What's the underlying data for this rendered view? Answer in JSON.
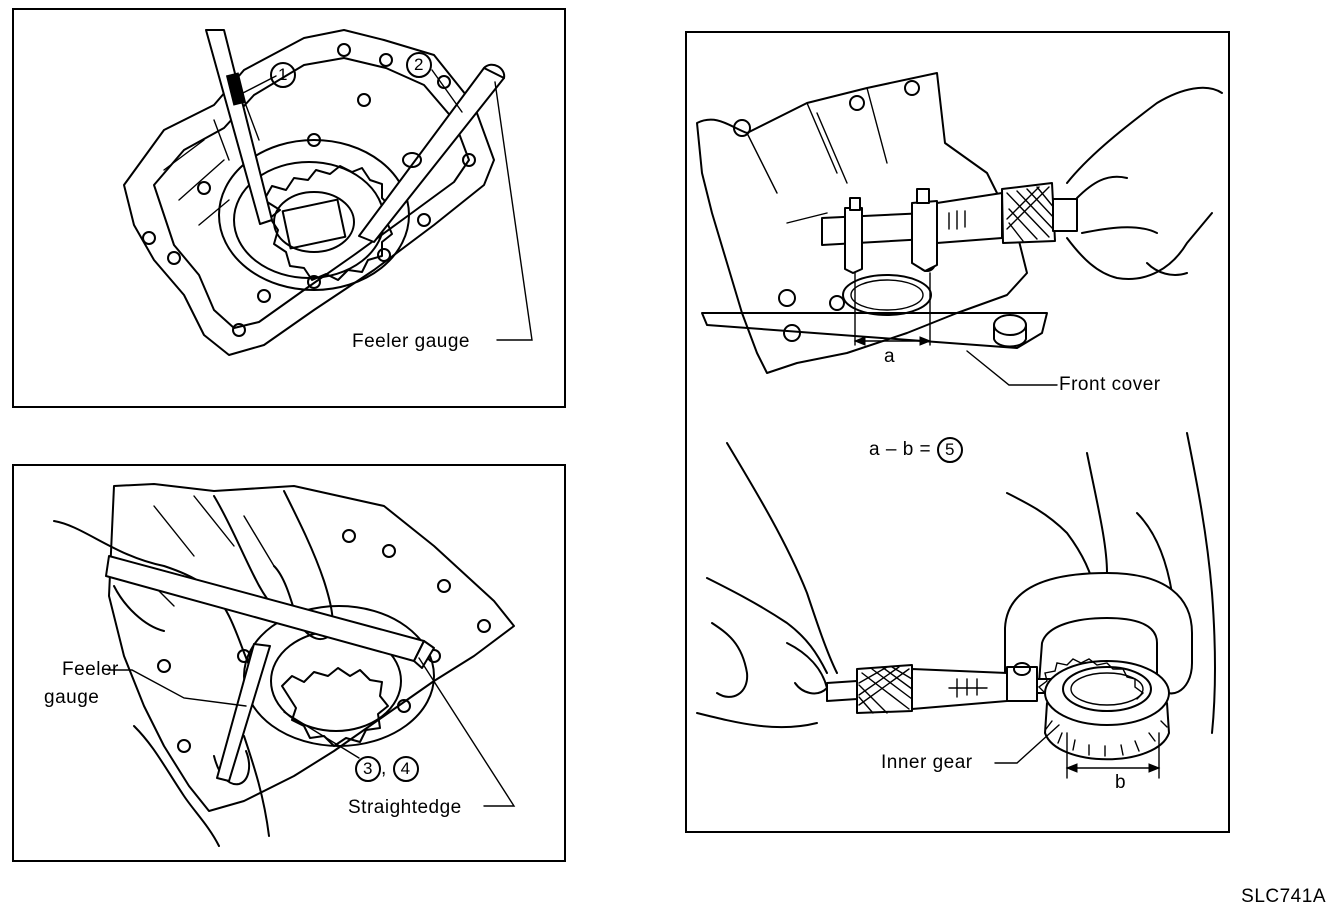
{
  "panel_top_left": {
    "callout_1": "1",
    "callout_2": "2",
    "feeler_gauge_label": "Feeler gauge"
  },
  "panel_bottom_left": {
    "feeler_gauge_label_line1": "Feeler",
    "feeler_gauge_label_line2": "gauge",
    "callout_3": "3",
    "callout_sep": ",",
    "callout_4": "4",
    "straightedge_label": "Straightedge"
  },
  "panel_right": {
    "dimension_a": "a",
    "front_cover_label": "Front cover",
    "formula_text": "a – b =",
    "callout_5": "5",
    "inner_gear_label": "Inner gear",
    "dimension_b": "b"
  },
  "figure_code": "SLC741A"
}
